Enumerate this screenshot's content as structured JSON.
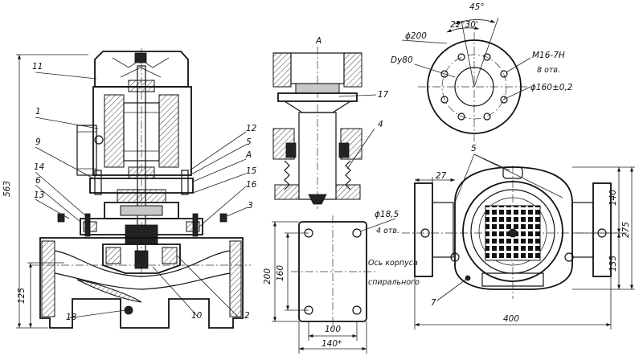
{
  "leaders": [
    {
      "id": "11",
      "text": "11"
    },
    {
      "id": "1",
      "text": "1"
    },
    {
      "id": "9",
      "text": "9"
    },
    {
      "id": "14",
      "text": "14"
    },
    {
      "id": "6",
      "text": "6"
    },
    {
      "id": "13",
      "text": "13"
    },
    {
      "id": "18",
      "text": "18"
    },
    {
      "id": "10",
      "text": "10"
    },
    {
      "id": "2",
      "text": "2"
    },
    {
      "id": "3",
      "text": "3"
    },
    {
      "id": "16",
      "text": "16"
    },
    {
      "id": "15",
      "text": "15"
    },
    {
      "id": "A_main",
      "text": "A"
    },
    {
      "id": "5_main",
      "text": "5"
    },
    {
      "id": "12",
      "text": "12"
    },
    {
      "id": "17",
      "text": "17"
    },
    {
      "id": "4",
      "text": "4"
    },
    {
      "id": "A_detail",
      "text": "A"
    },
    {
      "id": "5_plan",
      "text": "5"
    },
    {
      "id": "7",
      "text": "7"
    }
  ],
  "dims": {
    "overall_height": "563",
    "base_height": "125",
    "flange_angle": "45°",
    "half_angle": "22°30'",
    "flange_od": "ϕ200",
    "nominal_bore": "Dy80",
    "thread": "M16-7H",
    "holes_count": "8 отв.",
    "bolt_circle": "ϕ160±0,2",
    "foot_hole": "ϕ18,5",
    "foot_holes_count": "4 отв.",
    "foot_height_outer": "200",
    "foot_height_inner": "160",
    "foot_width_inner": "100",
    "foot_width_outer": "140*",
    "axis_note_1": "Ось корпуса",
    "axis_note_2": "спирального",
    "plan_flange": "27",
    "plan_width": "400",
    "plan_upper": "140",
    "plan_total": "275",
    "plan_lower": "135"
  }
}
